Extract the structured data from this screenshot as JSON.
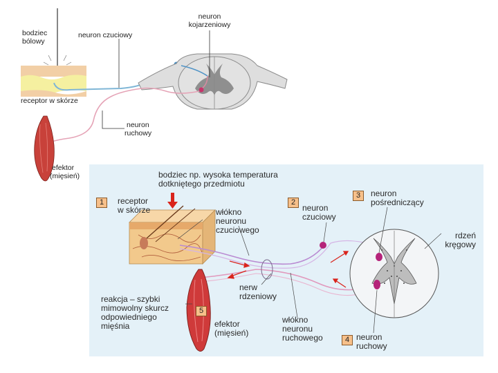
{
  "top_diagram": {
    "stimulus": [
      "bodziec",
      "bólowy"
    ],
    "sensory_neuron": "neuron czuciowy",
    "interneuron": [
      "neuron",
      "kojarzeniowy"
    ],
    "receptor": "receptor w skórze",
    "motor_neuron": [
      "neuron",
      "ruchowy"
    ],
    "effector": [
      "efektor",
      "(mięsień)"
    ]
  },
  "bottom_diagram": {
    "stimulus": [
      "bodziec np. wysoka temperatura",
      "dotkniętego przedmiotu"
    ],
    "receptor": [
      "receptor",
      "w skórze"
    ],
    "sensory_fiber": [
      "włókno",
      "neuronu",
      "czuciowego"
    ],
    "sensory_neuron": [
      "neuron",
      "czuciowy"
    ],
    "interneuron": [
      "neuron",
      "pośredniczący"
    ],
    "spinal_cord": [
      "rdzeń",
      "kręgowy"
    ],
    "spinal_nerve": [
      "nerw",
      "rdzeniowy"
    ],
    "reaction": [
      "reakcja – szybki",
      "mimowolny skurcz",
      "odpowiedniego",
      "mięśnia"
    ],
    "effector": [
      "efektor",
      "(mięsień)"
    ],
    "motor_fiber": [
      "włókno",
      "neuronu",
      "ruchowego"
    ],
    "motor_neuron": [
      "neuron",
      "ruchowy"
    ],
    "steps": [
      "1",
      "2",
      "3",
      "4",
      "5"
    ]
  }
}
